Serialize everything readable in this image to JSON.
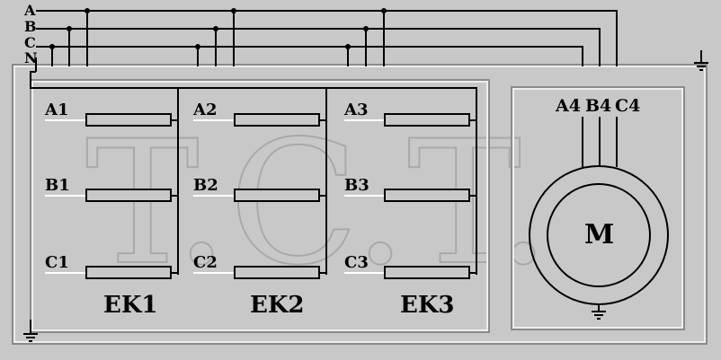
{
  "bus_lines": [
    "A",
    "B",
    "C",
    "N"
  ],
  "heater_groups": [
    {
      "name": "EK1",
      "terminals": [
        "A1",
        "B1",
        "C1"
      ]
    },
    {
      "name": "EK2",
      "terminals": [
        "A2",
        "B2",
        "C2"
      ]
    },
    {
      "name": "EK3",
      "terminals": [
        "A3",
        "B3",
        "C3"
      ]
    }
  ],
  "motor": {
    "label": "M",
    "terminals": [
      "A4",
      "B4",
      "C4"
    ]
  },
  "watermark": "T.C.T.",
  "colors": {
    "background": "#c8c8c8",
    "line": "#000000",
    "frame": "#eeeeee",
    "terminal_underline": "#ffffff"
  }
}
